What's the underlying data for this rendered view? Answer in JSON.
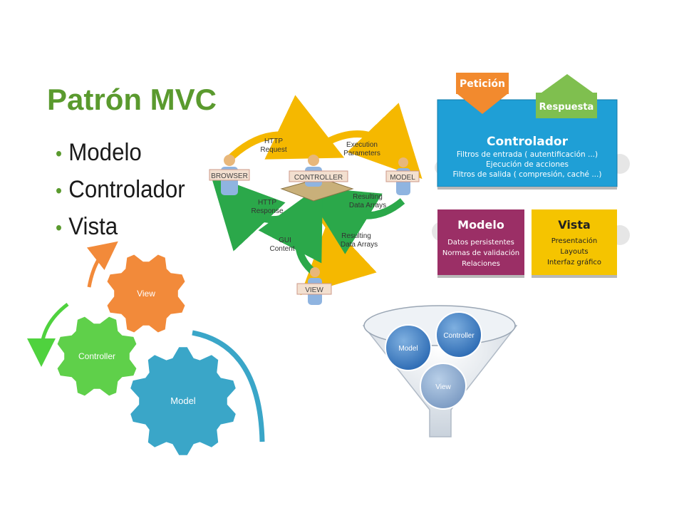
{
  "title": "Patrón MVC",
  "bullets": [
    "Modelo",
    "Controlador",
    "Vista"
  ],
  "colors": {
    "title": "#5a9a2e",
    "controller_box": "#1f9fd6",
    "model_box": "#9b2f66",
    "view_box": "#f5c400",
    "peticion": "#f28a2e",
    "respuesta": "#7fbf4f",
    "gear_view": "#f28a3a",
    "gear_controller": "#5fd04a",
    "gear_model": "#3aa6c8"
  },
  "flow_diagram": {
    "nodes": {
      "browser": "BROWSER",
      "controller": "CONTROLLER",
      "model": "MODEL",
      "view": "VIEW"
    },
    "edges": {
      "http_request": [
        "HTTP",
        "Request"
      ],
      "execution_parameters": [
        "Execution",
        "Parameters"
      ],
      "resulting_data_arrays_model": [
        "Resulting",
        "Data Arrays"
      ],
      "http_response": [
        "HTTP",
        "Response"
      ],
      "gui_content": [
        "GUI",
        "Content"
      ],
      "resulting_data_arrays_view": [
        "Resulting",
        "Data Arrays"
      ]
    }
  },
  "boxes_diagram": {
    "peticion": "Petición",
    "respuesta": "Respuesta",
    "controlador": {
      "title": "Controlador",
      "lines": [
        "Filtros de entrada ( autentificación ...)",
        "Ejecución de acciones",
        "Filtros de salida ( compresión, caché ...)"
      ]
    },
    "modelo": {
      "title": "Modelo",
      "lines": [
        "Datos persistentes",
        "Normas de validación",
        "Relaciones"
      ]
    },
    "vista": {
      "title": "Vista",
      "lines": [
        "Presentación",
        "Layouts",
        "Interfaz gráfico"
      ]
    }
  },
  "gears_diagram": {
    "view": "View",
    "controller": "Controller",
    "model": "Model"
  },
  "funnel_diagram": {
    "model": "Model",
    "controller": "Controller",
    "view": "View"
  }
}
